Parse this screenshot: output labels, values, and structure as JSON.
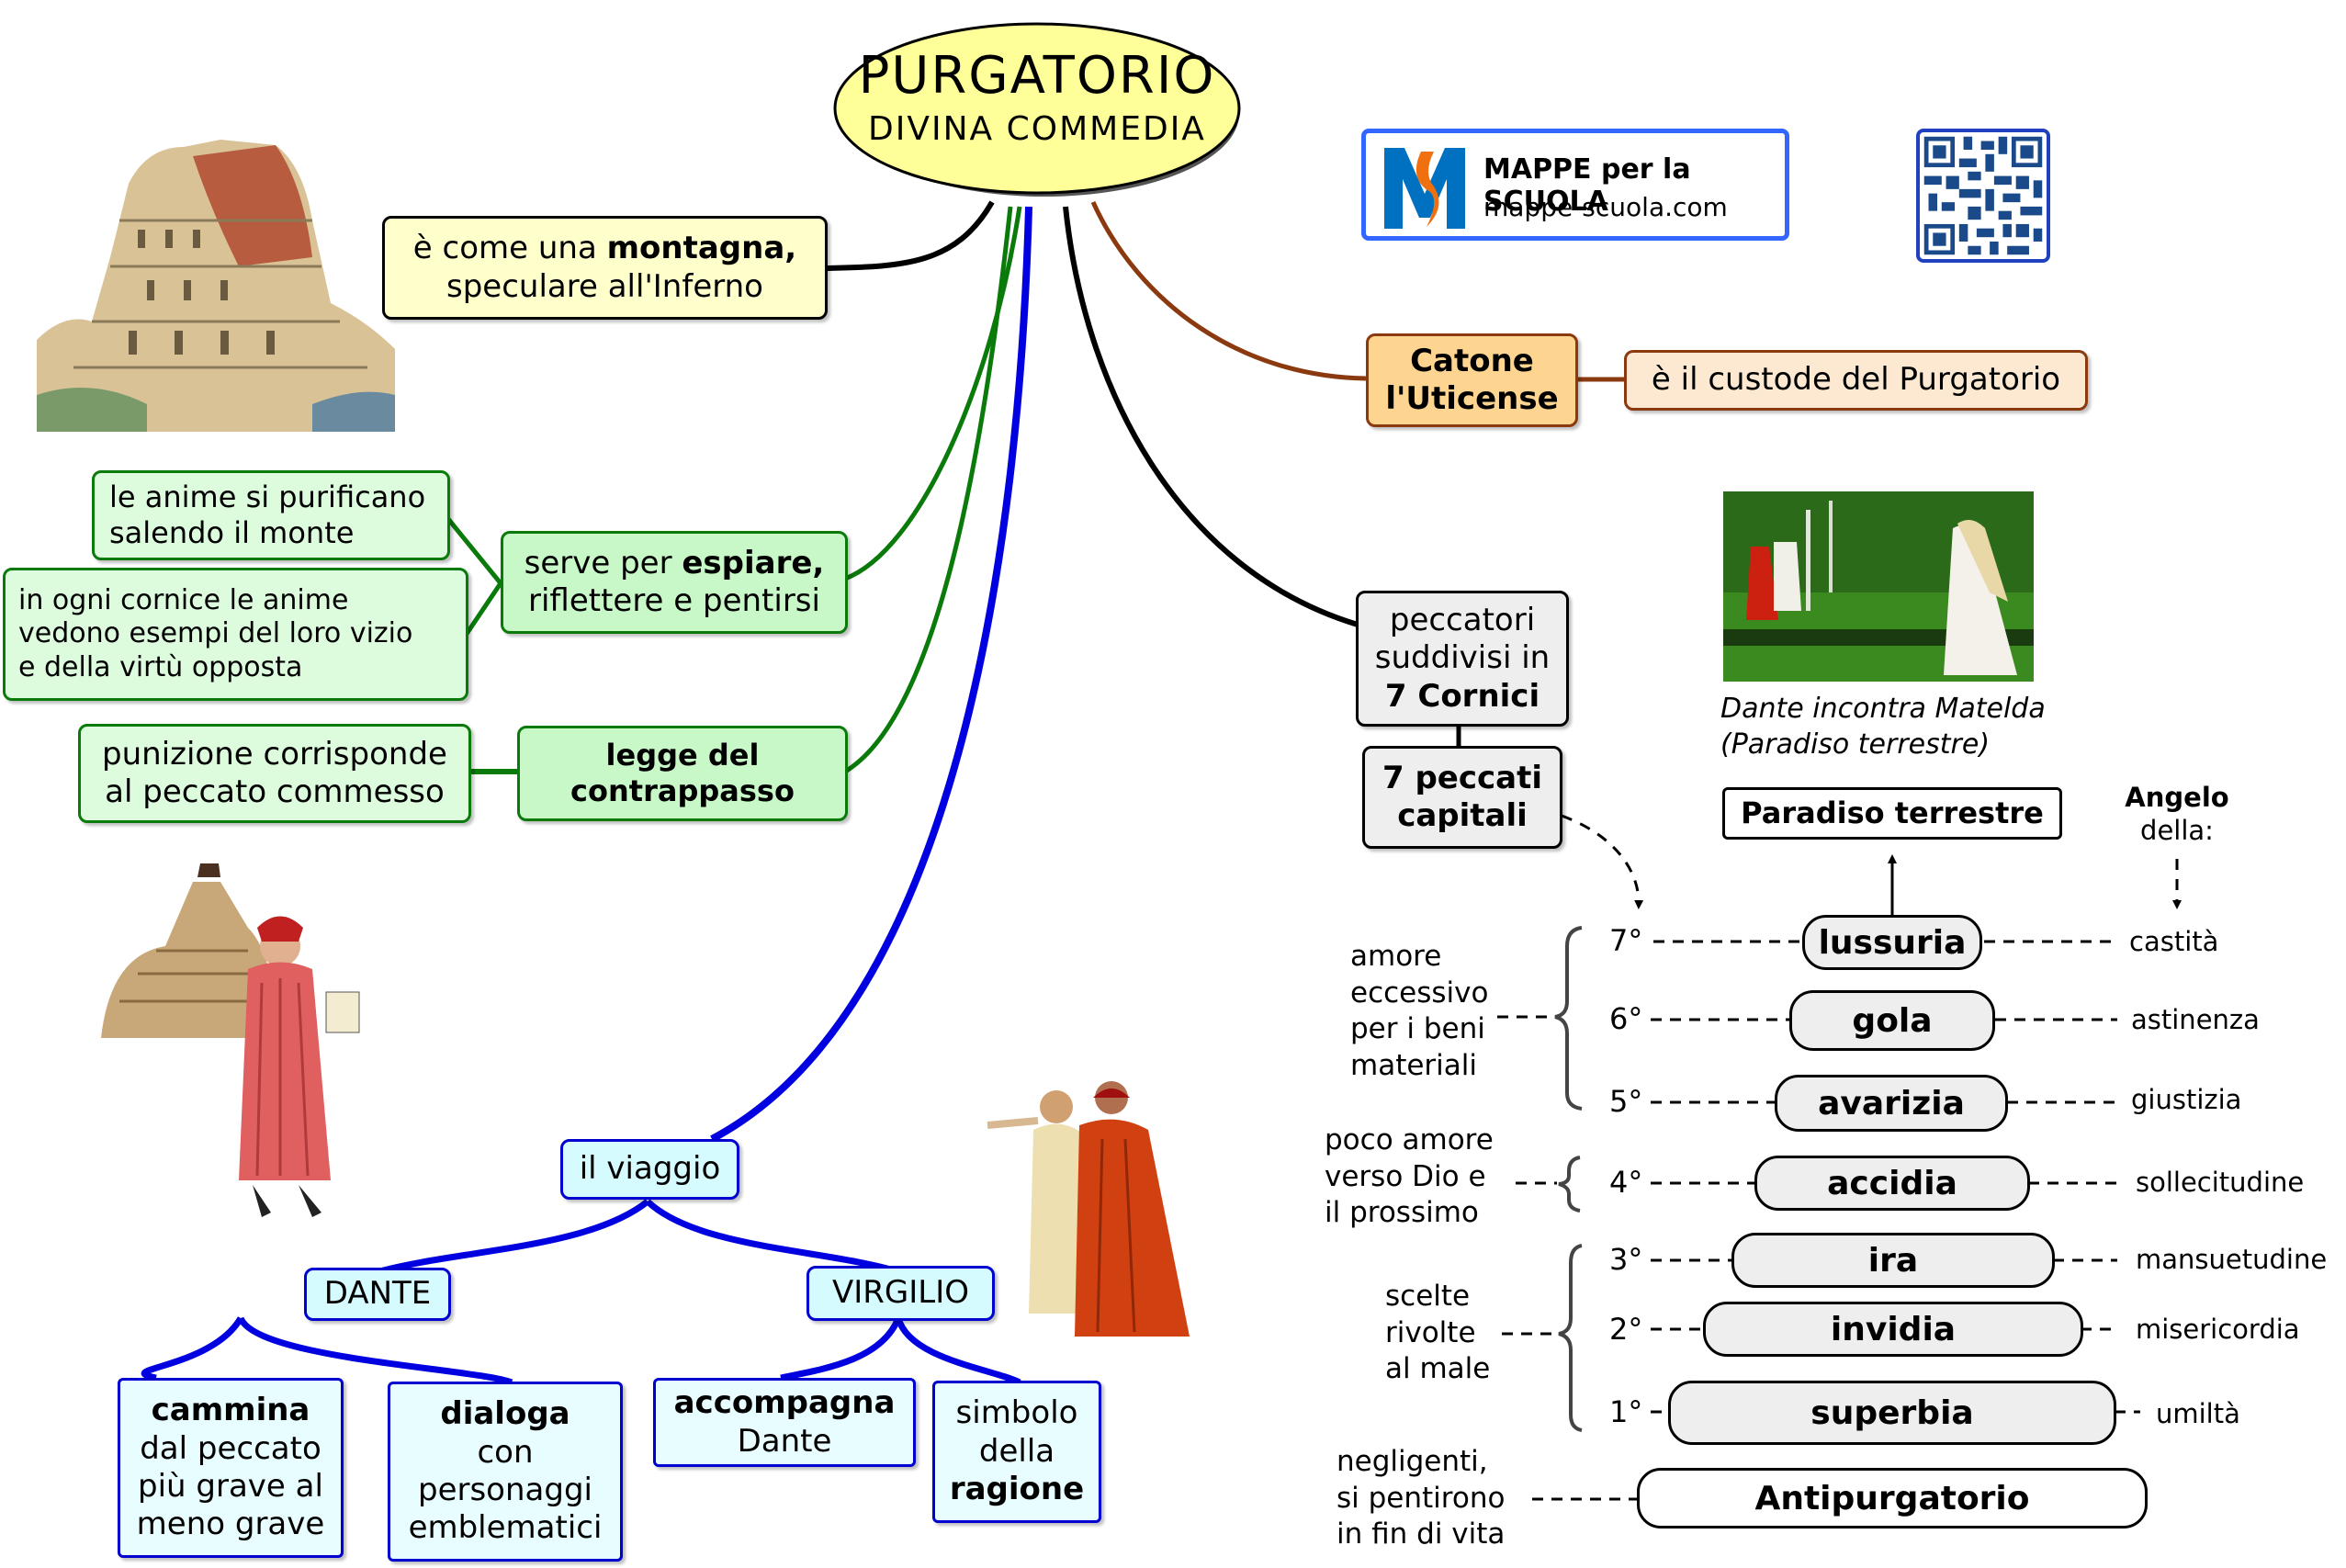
{
  "central": {
    "title": "PURGATORIO",
    "subtitle": "DIVINA COMMEDIA"
  },
  "brand": {
    "name": "MAPPE per la SCUOLA",
    "url": "mappe-scuola.com",
    "logo_letter": "M",
    "colors": {
      "blue": "#0070c0",
      "orange": "#f07010",
      "border": "#3366ff"
    }
  },
  "qr": {
    "label": "qr-code"
  },
  "images": {
    "tower": "Torre di Babele (Bruegel)",
    "dante_figure": "Dante con la Commedia",
    "dante_virgilio": "Dante e Virgilio",
    "matelda": "Dante incontra Matelda"
  },
  "montagna": {
    "pre": "è come una ",
    "bold": "montagna,",
    "line2": "speculare all'Inferno"
  },
  "espiare": {
    "pre": "serve per ",
    "bold": "espiare,",
    "line2": "riflettere e pentirsi"
  },
  "purificano": {
    "line1": "le anime si purificano",
    "line2": "salendo il monte"
  },
  "cornice": {
    "line1": "in ogni cornice le anime",
    "line2": "vedono esempi del loro vizio",
    "line3": "e della virtù opposta"
  },
  "contrappasso": {
    "line1": "legge del",
    "line2": "contrappasso"
  },
  "punizione": {
    "line1": "punizione corrisponde",
    "line2": "al peccato commesso"
  },
  "catone": {
    "line1": "Catone",
    "line2": "l'Uticense"
  },
  "custode": {
    "text": "è il custode del Purgatorio"
  },
  "peccatori": {
    "line1": "peccatori",
    "line2": "suddivisi in",
    "bold": "7 Cornici"
  },
  "peccati_capitali": {
    "line1": "7 peccati",
    "line2": "capitali"
  },
  "matelda_caption": {
    "line1": "Dante incontra Matelda",
    "line2": "(Paradiso terrestre)"
  },
  "paradiso": {
    "text": "Paradiso terrestre"
  },
  "angelo": {
    "bold": "Angelo",
    "line2": "della:"
  },
  "cornici": [
    {
      "ord": "7°",
      "sin": "lussuria",
      "virtue": "castità"
    },
    {
      "ord": "6°",
      "sin": "gola",
      "virtue": "astinenza"
    },
    {
      "ord": "5°",
      "sin": "avarizia",
      "virtue": "giustizia"
    },
    {
      "ord": "4°",
      "sin": "accidia",
      "virtue": "sollecitudine"
    },
    {
      "ord": "3°",
      "sin": "ira",
      "virtue": "mansuetudine"
    },
    {
      "ord": "2°",
      "sin": "invidia",
      "virtue": "misericordia"
    },
    {
      "ord": "1°",
      "sin": "superbia",
      "virtue": "umiltà"
    }
  ],
  "groups": {
    "amore_eccessivo": [
      "amore",
      "eccessivo",
      "per i beni",
      "materiali"
    ],
    "poco_amore": [
      "poco amore",
      "verso Dio e",
      "il prossimo"
    ],
    "scelte": [
      "scelte",
      "rivolte",
      "al male"
    ],
    "negligenti": [
      "negligenti,",
      "si pentirono",
      "in fin di vita"
    ]
  },
  "antipurgatorio": {
    "text": "Antipurgatorio"
  },
  "viaggio": {
    "text": "il viaggio"
  },
  "dante": {
    "text": "DANTE"
  },
  "virgilio": {
    "text": "VIRGILIO"
  },
  "cammina": {
    "bold": "cammina",
    "line2": "dal peccato",
    "line3": "più grave al",
    "line4": "meno grave"
  },
  "dialoga": {
    "bold": "dialoga",
    "line2": "con",
    "line3": "personaggi",
    "line4": "emblematici"
  },
  "accompagna": {
    "bold": "accompagna",
    "line2": "Dante"
  },
  "simbolo": {
    "line1": "simbolo",
    "line2": "della",
    "bold": "ragione"
  }
}
